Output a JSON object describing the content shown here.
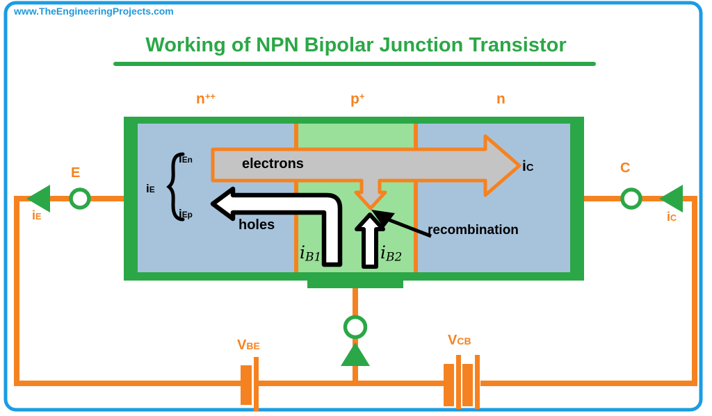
{
  "watermark": "www.TheEngineeringProjects.com",
  "title": "Working of NPN Bipolar Junction Transistor",
  "colors": {
    "orange": "#F58220",
    "green": "#2BA747",
    "light_green": "#9AE09A",
    "region_blue": "#A7C3DC",
    "arrow_gray": "#C4C4C4",
    "frame_blue": "#1B9CE3"
  },
  "regions": {
    "emitter": {
      "base": "n",
      "sup": "++"
    },
    "base": {
      "base": "p",
      "sup": "+"
    },
    "collector": {
      "base": "n",
      "sup": ""
    }
  },
  "terminals": {
    "emitter": "E",
    "collector": "C"
  },
  "currents": {
    "emitter_current": {
      "base": "i",
      "sub": "E"
    },
    "collector_current": {
      "base": "i",
      "sub": "C"
    },
    "collector_current_inner": {
      "base": "i",
      "sub": "C"
    },
    "emitter_total": {
      "base": "i",
      "sub": "E"
    },
    "emitter_electron": {
      "base": "i",
      "sub": "En"
    },
    "emitter_hole": {
      "base": "i",
      "sub": "Ep"
    },
    "base_current_1": {
      "base": "i",
      "sub": "B1"
    },
    "base_current_2": {
      "base": "i",
      "sub": "B2"
    }
  },
  "flows": {
    "electrons": "electrons",
    "holes": "holes",
    "recombination": "recombination"
  },
  "sources": {
    "vbe": {
      "base": "V",
      "sub": "BE"
    },
    "vcb": {
      "base": "V",
      "sub": "CB"
    }
  }
}
